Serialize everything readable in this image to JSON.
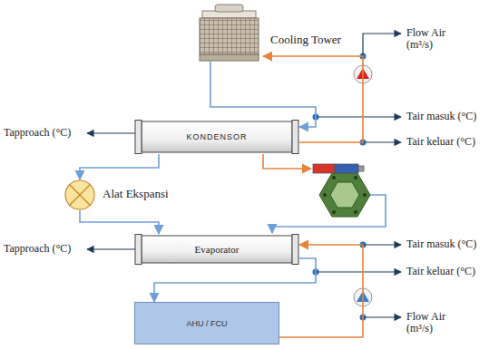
{
  "diagram": {
    "nodes": [
      {
        "text": [
          "Cooling Tower"
        ]
      },
      {
        "text": [
          "KONDENSOR"
        ]
      },
      {
        "text": [
          "Alat Ekspansi"
        ]
      },
      {
        "text": [
          "Evaporator"
        ]
      },
      {
        "text": [
          "AHU / FCU"
        ]
      }
    ],
    "edges": [
      {
        "from": 0,
        "to": 1,
        "arrow": "to"
      },
      {
        "from": 1,
        "to": 0,
        "arrow": "to"
      },
      {
        "from": 1,
        "to": 2,
        "arrow": "to"
      },
      {
        "from": 2,
        "to": 3,
        "arrow": "to"
      },
      {
        "from": 3,
        "to": 4,
        "arrow": "to"
      },
      {
        "from": 4,
        "to": 3,
        "arrow": "to"
      }
    ],
    "labels": [
      "Flow Air (m³/s)",
      "Tapproach (°C)",
      "Tair masuk (°C)",
      "Tair keluar (°C)",
      "Tapproach (°C)",
      "Tair masuk (°C)",
      "Tair keluar (°C)",
      "Flow Air (m³/s)"
    ]
  }
}
